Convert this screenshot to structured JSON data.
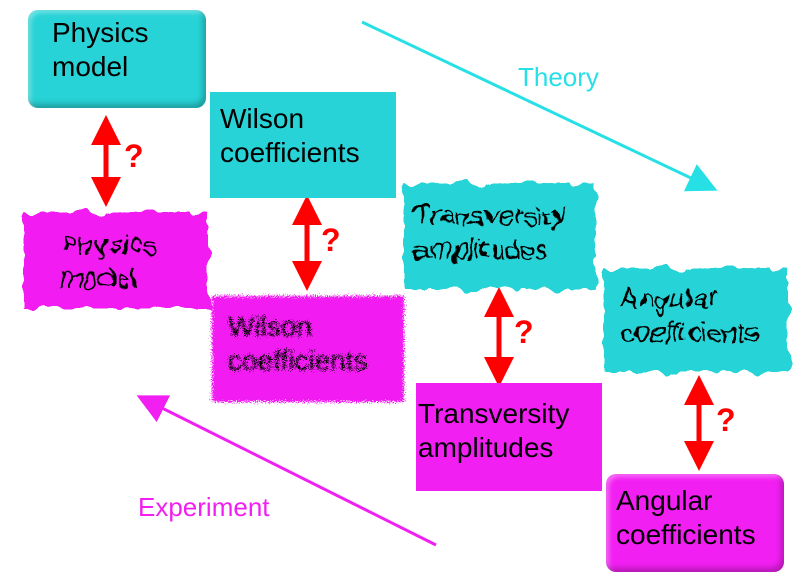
{
  "theory_row": {
    "physics_model": "Physics model",
    "wilson": "Wilson coefficients",
    "transversity": "Transversity amplitudes",
    "angular": "Angular coefficients"
  },
  "experiment_row": {
    "physics_model": "Physics model",
    "wilson": "Wilson coefficients",
    "transversity": "Transversity amplitudes",
    "angular": "Angular coefficients"
  },
  "direction_labels": {
    "theory": "Theory",
    "experiment": "Experiment"
  },
  "link_marker": "?",
  "colors": {
    "theory": "#27d3d6",
    "experiment": "#f21ff2",
    "link": "#ff0000"
  }
}
